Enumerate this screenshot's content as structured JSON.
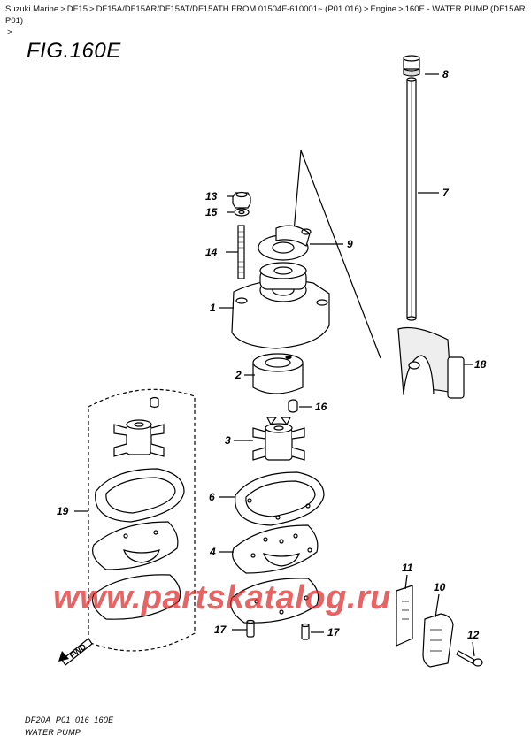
{
  "breadcrumb": {
    "items": [
      "Suzuki Marine",
      "DF15",
      "DF15A/DF15AR/DF15AT/DF15ATH FROM 01504F-610001~ (P01 016)",
      "Engine",
      "160E - WATER PUMP (DF15AR P01)"
    ],
    "separator": ">",
    "trailing": ">"
  },
  "figure": {
    "title": "FIG.160E"
  },
  "footer": {
    "code": "DF20A_P01_016_160E",
    "name": "WATER PUMP"
  },
  "watermark": {
    "text": "www.partskatalog.ru",
    "color": "#dc2828"
  },
  "callouts": {
    "c1": "1",
    "c2": "2",
    "c3": "3",
    "c4": "4",
    "c6": "6",
    "c7": "7",
    "c8": "8",
    "c9": "9",
    "c10": "10",
    "c11": "11",
    "c12": "12",
    "c13": "13",
    "c14": "14",
    "c15": "15",
    "c16": "16",
    "c17a": "17",
    "c17b": "17",
    "c18": "18",
    "c19": "19"
  },
  "fwd_label": "FWD"
}
